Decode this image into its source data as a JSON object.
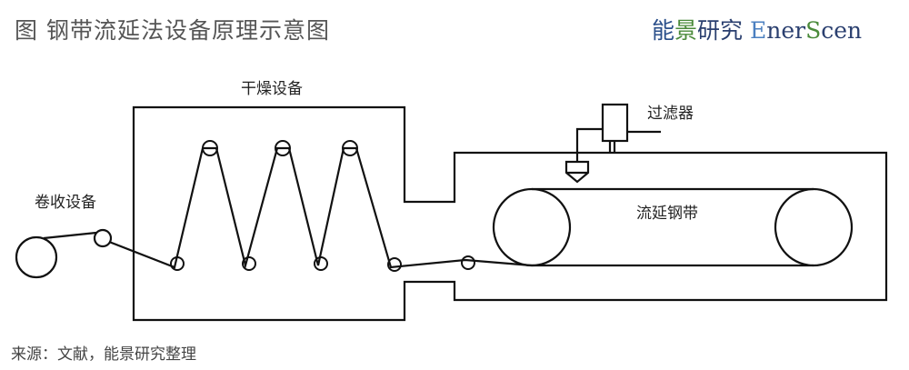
{
  "title": "图  钢带流延法设备原理示意图",
  "logo": {
    "cn_1": "能",
    "cn_2": "景",
    "cn_3": "研究",
    "en_E": "E",
    "en_ner": "ner",
    "en_S": "S",
    "en_cen": "cen"
  },
  "diagram": {
    "labels": {
      "dryer": "干燥设备",
      "filter": "过滤器",
      "winder": "卷收设备",
      "casting_belt": "流延钢带"
    }
  },
  "source": "来源：文献，能景研究整理"
}
